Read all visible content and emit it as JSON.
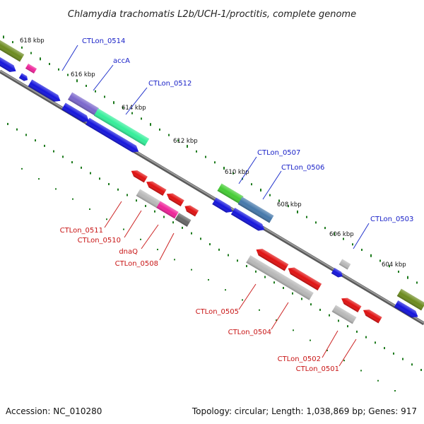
{
  "title": "Chlamydia trachomatis L2b/UCH-1/proctitis, complete genome",
  "footer": {
    "accession": "Accession: NC_010280",
    "summary": "Topology: circular; Length: 1,038,869 bp; Genes: 917"
  },
  "ticks": [
    "618 kbp",
    "616 kbp",
    "614 kbp",
    "612 kbp",
    "610 kbp",
    "608 kbp",
    "606 kbp",
    "604 kbp"
  ],
  "gene_labels_forward": [
    "CTLon_0514",
    "accA",
    "CTLon_0512",
    "CTLon_0507",
    "CTLon_0506",
    "CTLon_0503"
  ],
  "gene_labels_reverse": [
    "CTLon_0511",
    "CTLon_0510",
    "dnaQ",
    "CTLon_0508",
    "CTLon_0505",
    "CTLon_0504",
    "CTLon_0502",
    "CTLon_0501"
  ],
  "colors": {
    "backbone": "#777777",
    "forward_label": "#1a22c8",
    "reverse_label": "#c81414",
    "tick_green": "#1d7a1d",
    "cds_blue": "#1414dc",
    "cds_red": "#e01010",
    "olive": "#6b8a1e",
    "aqua": "#33ee99",
    "purple": "#7a66cc",
    "lime": "#44cc33",
    "steel": "#4477aa",
    "magenta": "#ee2299",
    "grey": "#b8b8b8",
    "darkgrey": "#666666"
  }
}
